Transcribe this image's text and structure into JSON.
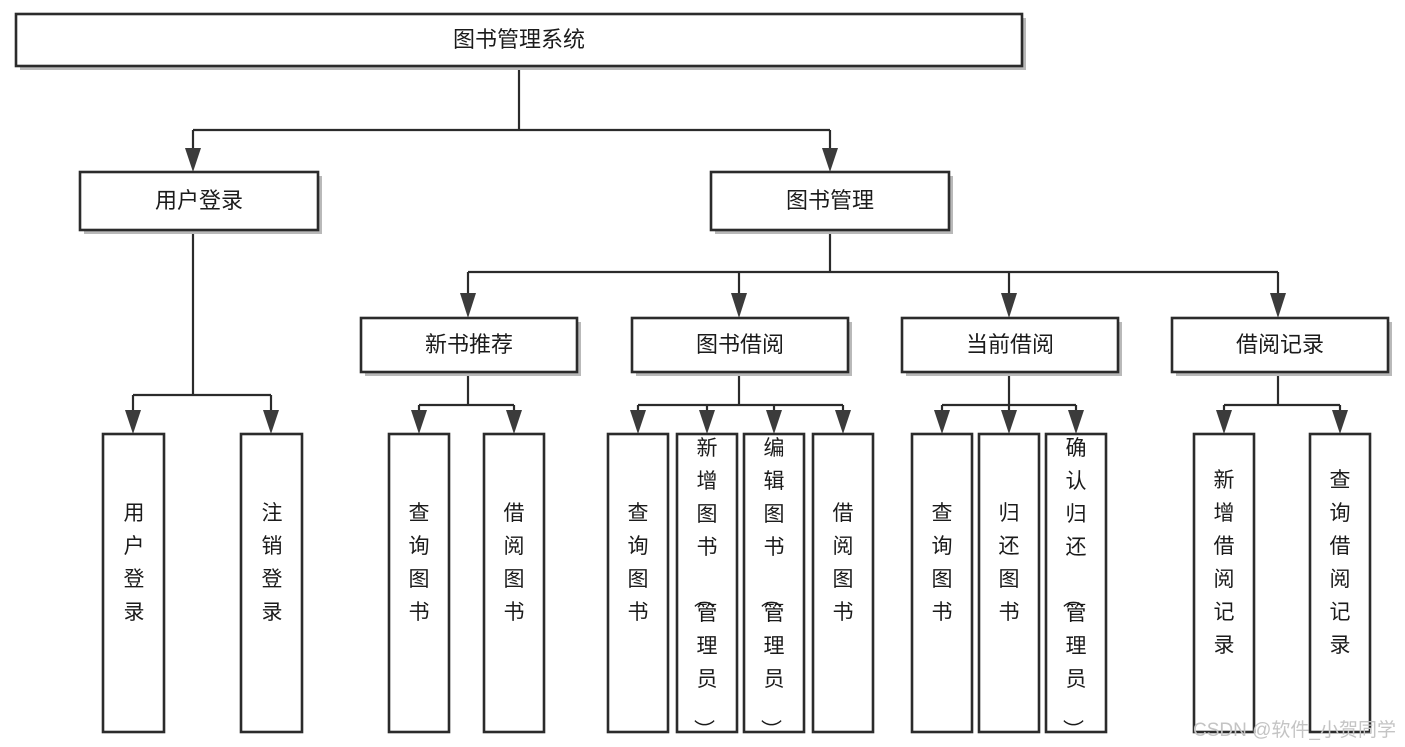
{
  "diagram": {
    "title": "图书管理系统",
    "type": "hierarchy-tree",
    "orientation": "top-down",
    "colors": {
      "box_fill": "#ffffff",
      "box_stroke": "#2b2b2b",
      "edge": "#2b2b2b",
      "text": "#1b1b1b",
      "watermark": "#c4c4c4",
      "background": "#ffffff"
    }
  },
  "nodes": {
    "root": {
      "label": "图书管理系统",
      "level": 1
    },
    "level2": [
      {
        "id": "user-login",
        "label": "用户登录"
      },
      {
        "id": "book-manage",
        "label": "图书管理"
      }
    ],
    "level3": [
      {
        "id": "new-book-recommend",
        "label": "新书推荐"
      },
      {
        "id": "book-borrow",
        "label": "图书借阅"
      },
      {
        "id": "current-borrow",
        "label": "当前借阅"
      },
      {
        "id": "borrow-record",
        "label": "借阅记录"
      }
    ],
    "leaves": {
      "user-login": [
        {
          "id": "leaf-user-login",
          "label": "用户登录"
        },
        {
          "id": "leaf-logout-login",
          "label": "注销登录"
        }
      ],
      "new-book-recommend": [
        {
          "id": "leaf-query-book-1",
          "label": "查询图书"
        },
        {
          "id": "leaf-borrow-book-1",
          "label": "借阅图书"
        }
      ],
      "book-borrow": [
        {
          "id": "leaf-query-book-2",
          "label": "查询图书"
        },
        {
          "id": "leaf-add-book",
          "label": "新增图书（管理员）"
        },
        {
          "id": "leaf-edit-book",
          "label": "编辑图书（管理员）"
        },
        {
          "id": "leaf-borrow-book-2",
          "label": "借阅图书"
        }
      ],
      "current-borrow": [
        {
          "id": "leaf-query-book-3",
          "label": "查询图书"
        },
        {
          "id": "leaf-return-book",
          "label": "归还图书"
        },
        {
          "id": "leaf-confirm-return",
          "label": "确认归还（管理员）"
        }
      ],
      "borrow-record": [
        {
          "id": "leaf-add-record",
          "label": "新增借阅记录"
        },
        {
          "id": "leaf-query-record",
          "label": "查询借阅记录"
        }
      ]
    }
  },
  "watermark": {
    "text": "CSDN @软件_小贺同学"
  }
}
